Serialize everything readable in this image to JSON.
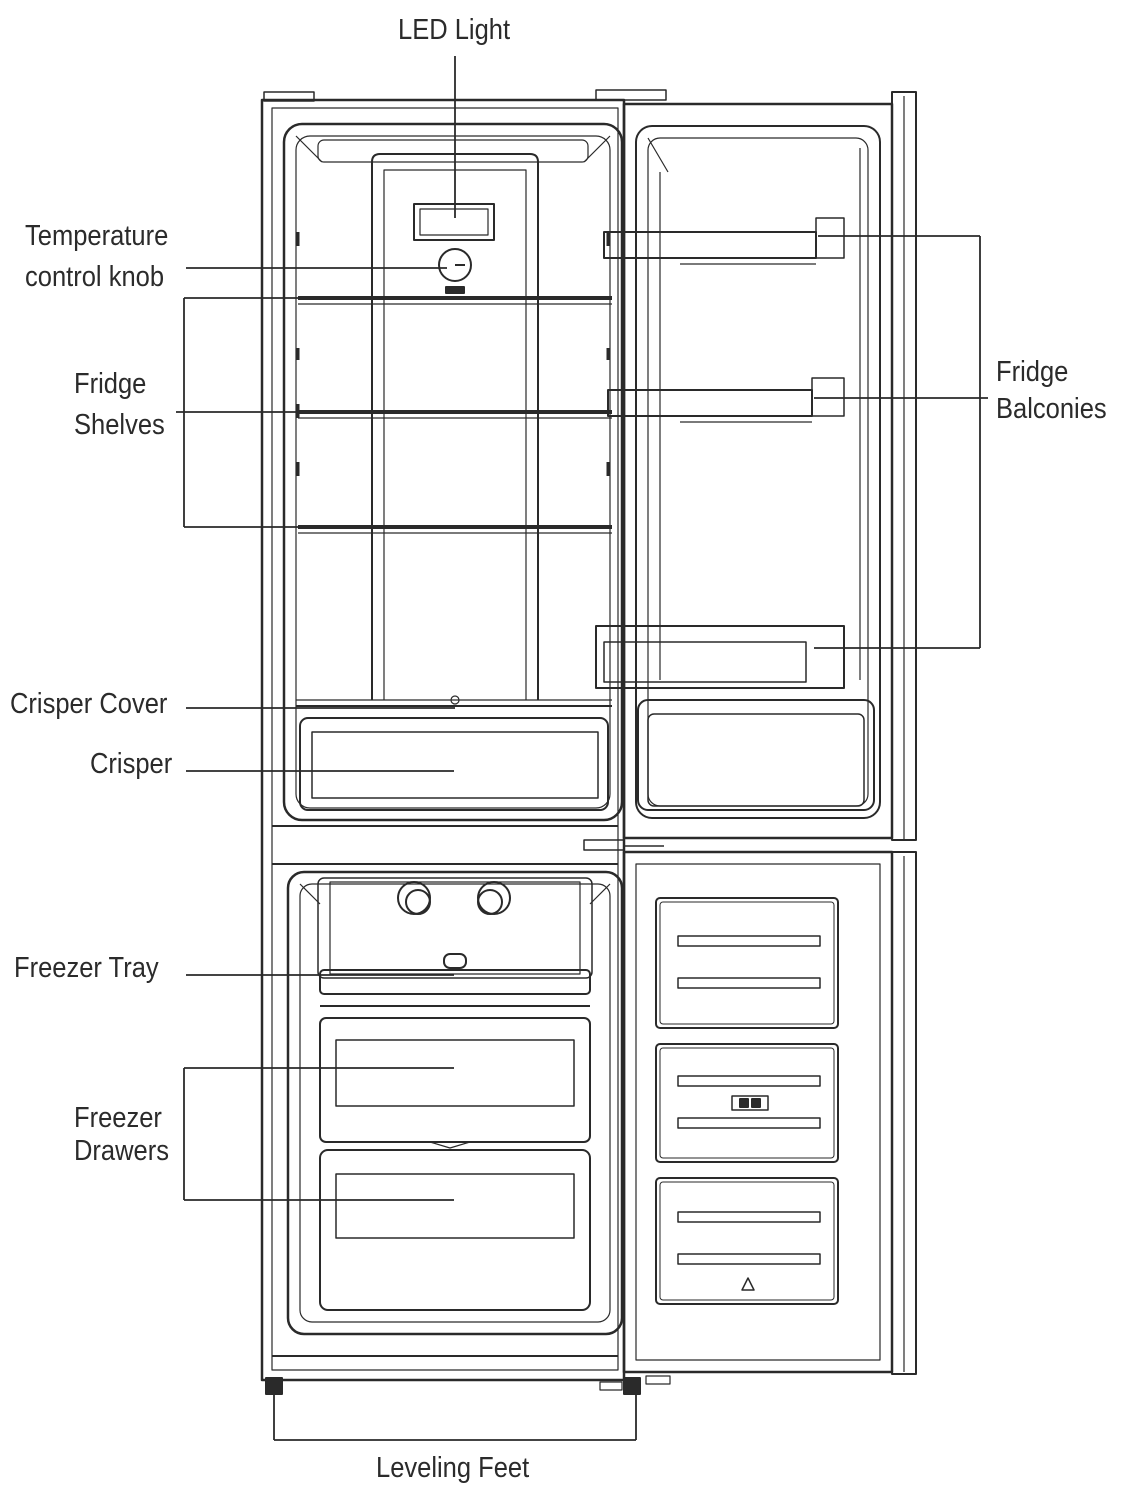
{
  "labels": {
    "led_light": "LED Light",
    "temperature_control_knob": [
      "Temperature",
      "control knob"
    ],
    "fridge_shelves": [
      "Fridge",
      "Shelves"
    ],
    "fridge_balconies": [
      "Fridge",
      "Balconies"
    ],
    "crisper_cover": "Crisper Cover",
    "crisper": "Crisper",
    "freezer_tray": "Freezer Tray",
    "freezer_drawers": [
      "Freezer",
      "Drawers"
    ],
    "leveling_feet": "Leveling Feet"
  },
  "colors": {
    "line": "#2a2a2a",
    "label_text": "#2b2b2b",
    "background": "#ffffff"
  }
}
